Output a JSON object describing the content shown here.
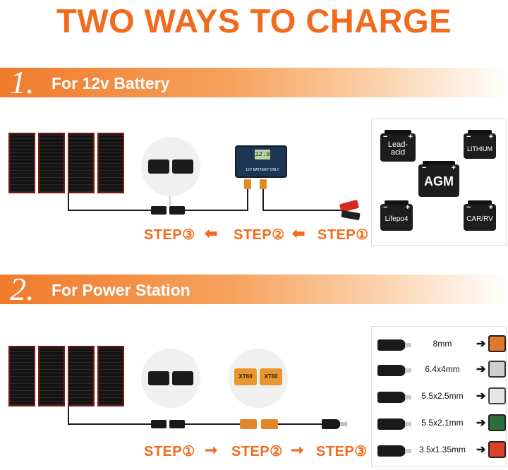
{
  "title": "TWO WAYS TO CHARGE",
  "section1": {
    "number": "1.",
    "label": "For 12v Battery",
    "steps": [
      "STEP③",
      "STEP②",
      "STEP①"
    ],
    "arrow": "⬅",
    "controller": {
      "screen_text": "12.0",
      "label": "12V BATTERY ONLY"
    },
    "batteries": [
      {
        "label": "Lead-acid"
      },
      {
        "label": "LITHIUM"
      },
      {
        "label": "AGM"
      },
      {
        "label": "Lifepo4"
      },
      {
        "label": "CAR/RV"
      }
    ]
  },
  "section2": {
    "number": "2.",
    "label": "For Power Station",
    "steps": [
      "STEP①",
      "STEP②",
      "STEP③"
    ],
    "arrow": "➞",
    "connectors": [
      {
        "label": "8mm",
        "color": "#e07a2a"
      },
      {
        "label": "6.4x4mm",
        "color": "#cfcfcf"
      },
      {
        "label": "5.5x2.5mm",
        "color": "#d8d8d8"
      },
      {
        "label": "5.5x2.1mm",
        "color": "#2f6e3c"
      },
      {
        "label": "3.5x1.35mm",
        "color": "#d9412a"
      }
    ],
    "xt60": {
      "left": "XT60",
      "right": "XT60"
    }
  },
  "colors": {
    "accent": "#f26a1b",
    "frame": "#7a1b12"
  }
}
